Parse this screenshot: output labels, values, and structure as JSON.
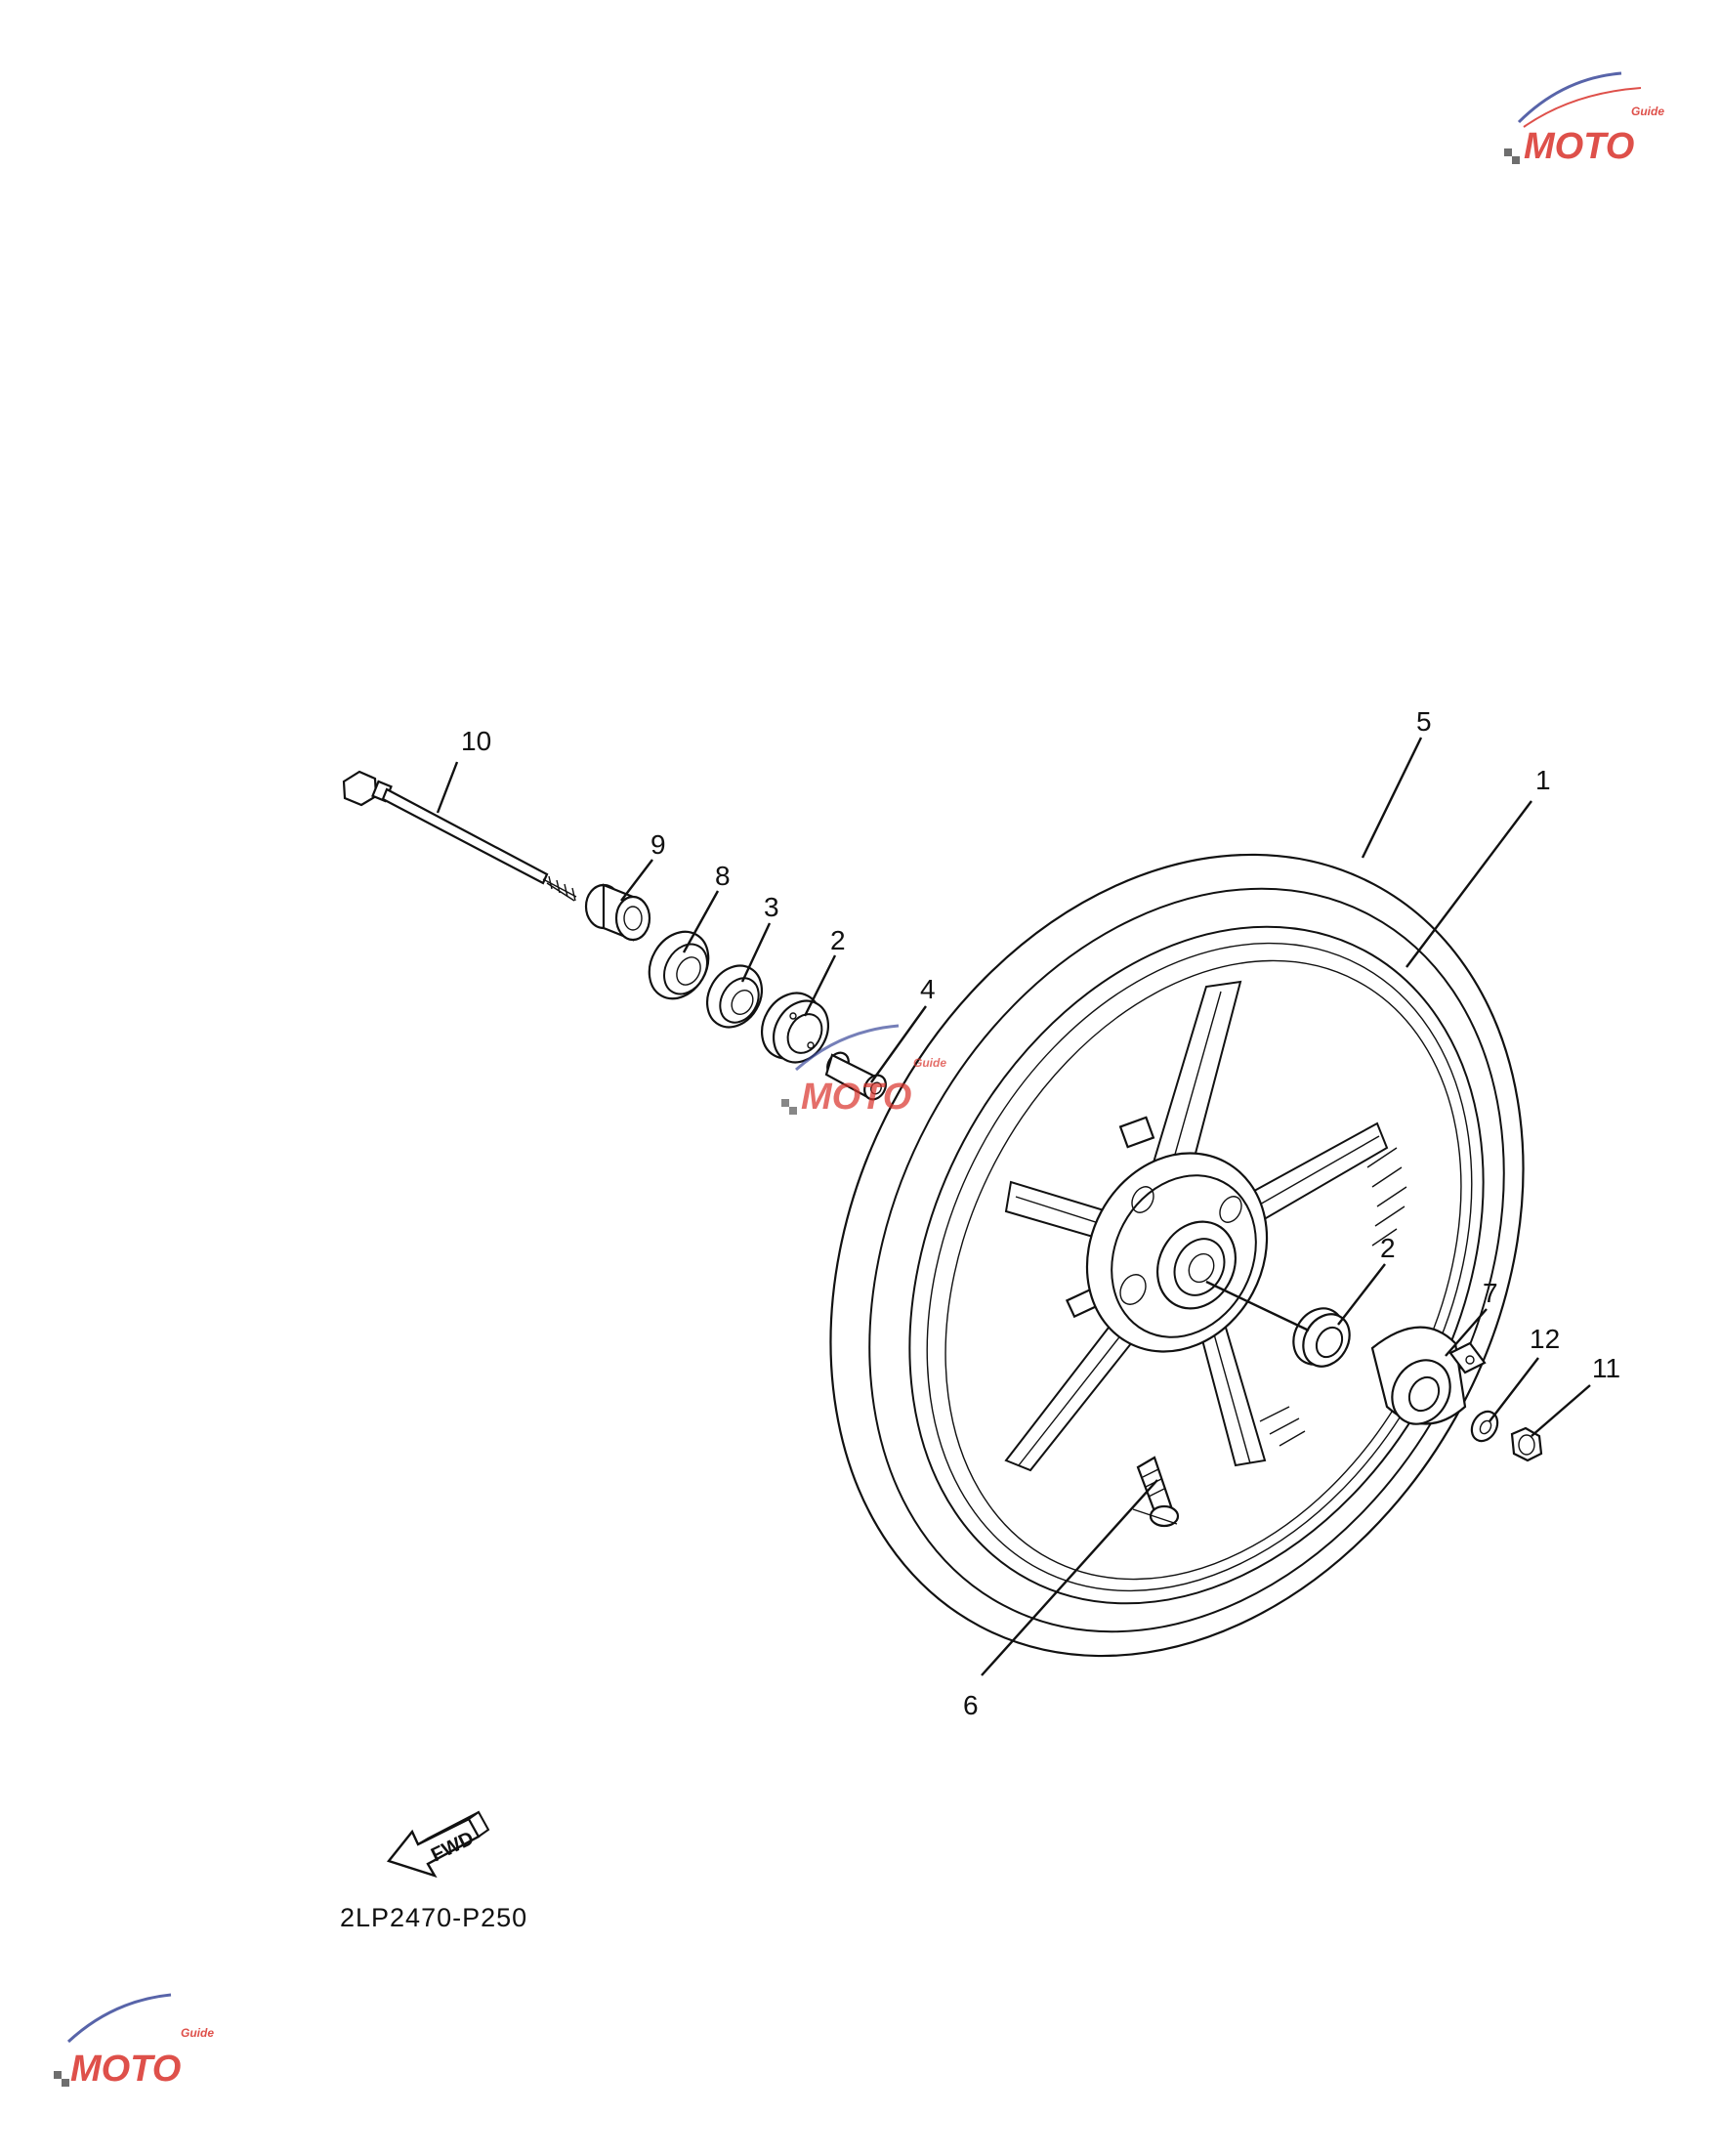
{
  "diagram": {
    "part_code": "2LP2470-P250",
    "direction_label": "FWD",
    "watermark": {
      "brand": "MOTO",
      "sub": "Guide"
    },
    "colors": {
      "line": "#111111",
      "watermark_red": "#d9322b",
      "watermark_blue": "#3b4a9b"
    },
    "callouts": {
      "c1": "1",
      "c2a": "2",
      "c2b": "2",
      "c3": "3",
      "c4": "4",
      "c5": "5",
      "c6": "6",
      "c7": "7",
      "c8": "8",
      "c9": "9",
      "c10": "10",
      "c11": "11",
      "c12": "12"
    }
  }
}
